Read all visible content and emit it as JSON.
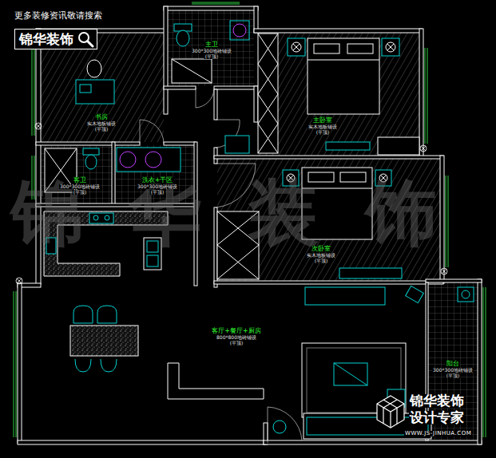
{
  "diagram": {
    "nodes": [
      {
        "text": [
          "锦华装饰"
        ]
      }
    ],
    "labels": [
      "更多装修资讯敬请搜索",
      "书房",
      "实木地板铺设",
      "(平顶)",
      "主卫",
      "300*300地砖铺设",
      "(平顶)",
      "主卧室",
      "实木地板铺设",
      "(平顶)",
      "客卫",
      "300*300地砖铺设",
      "(平顶)",
      "洗衣+干区",
      "300*300地砖铺设",
      "(平顶)",
      "次卧室",
      "实木地板铺设",
      "(平顶)",
      "客厅+餐厅+厨房",
      "800*800地砖铺设",
      "(平顶)",
      "阳台",
      "300*300地砖铺设",
      "(平顶)",
      "锦华装饰",
      "锦华装饰",
      "设计专家",
      "WWW.JS-JINHUA.COM"
    ]
  }
}
